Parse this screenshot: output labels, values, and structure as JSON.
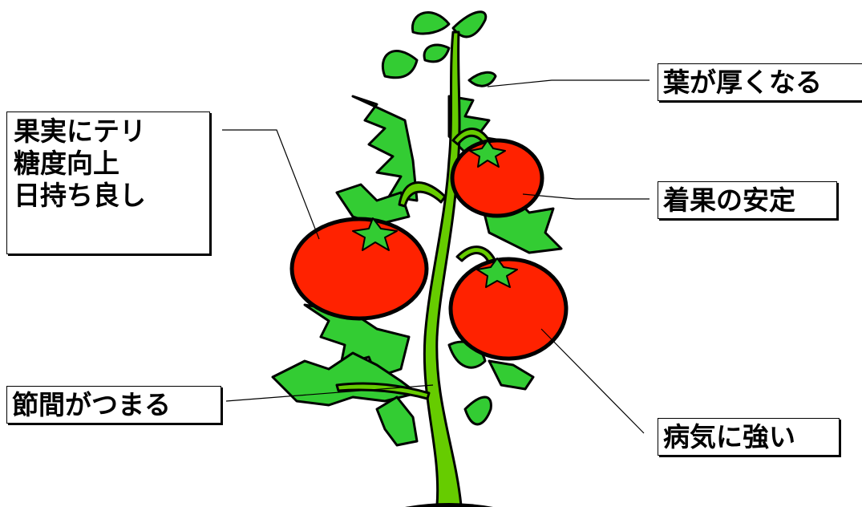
{
  "colors": {
    "leaf": "#33cc33",
    "stem": "#66cc00",
    "fruit": "#ff2200",
    "outline": "#000000"
  },
  "labels": {
    "leaves": "葉が厚くなる",
    "fruit_set": "着果の安定",
    "disease": "病気に強い",
    "internode": "節間がつまる",
    "fruit_quality": [
      "果実にテリ",
      "糖度向上",
      "日持ち良し"
    ]
  }
}
